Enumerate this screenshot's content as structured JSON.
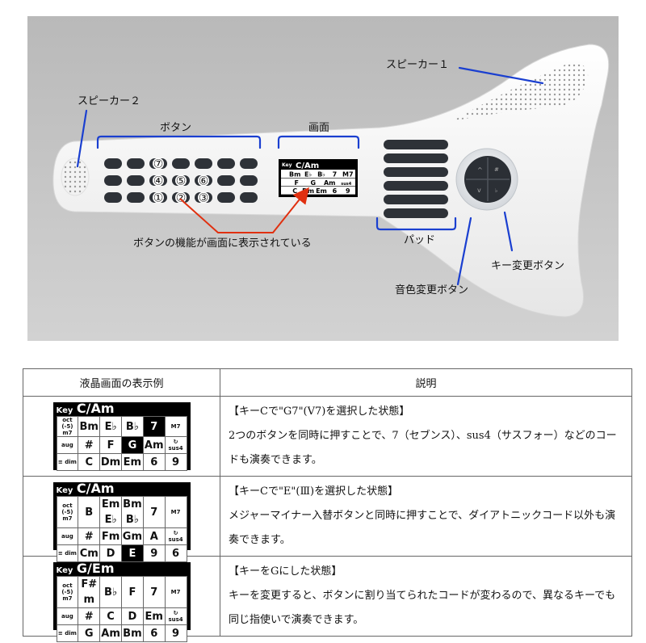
{
  "labels": {
    "speaker1": "スピーカー１",
    "speaker2": "スピーカー２",
    "buttons": "ボタン",
    "screen": "画面",
    "pad": "パッド",
    "button_function": "ボタンの機能が画面に表示されている",
    "key_change_button": "キー変更ボタン",
    "tone_change_button": "音色変更ボタン"
  },
  "device": {
    "button_numbers": [
      "⑦",
      "④",
      "⑤",
      "⑥",
      "①",
      "②",
      "③"
    ],
    "screen_key": "Key",
    "screen_chord": "C/Am",
    "screen_row1": [
      "Bm",
      "E♭",
      "B♭",
      "7",
      "M7"
    ],
    "screen_row2": [
      "F",
      "G",
      "Am",
      "sus4"
    ],
    "screen_row3": [
      "C",
      "Dm",
      "Em",
      "6",
      "9"
    ]
  },
  "table": {
    "headers": [
      "液晶画面の表示例",
      "説明"
    ],
    "rows": [
      {
        "lcd": {
          "key": "Key",
          "chord": "C/Am",
          "cells": [
            [
              {
                "t": "oct (-5) m7",
                "sm": true
              },
              {
                "t": "Bm"
              },
              {
                "t": "E♭"
              },
              {
                "t": "B♭"
              },
              {
                "t": "7",
                "inv": true
              },
              {
                "t": "M7",
                "sm": true
              }
            ],
            [
              {
                "t": "aug",
                "sm": true
              },
              {
                "t": "#"
              },
              {
                "t": "F"
              },
              {
                "t": "G",
                "inv": true
              },
              {
                "t": "Am"
              },
              {
                "t": "↻ sus4",
                "sm": true
              }
            ],
            [
              {
                "t": "≡ dim",
                "sm": true
              },
              {
                "t": "C"
              },
              {
                "t": "Dm"
              },
              {
                "t": "Em"
              },
              {
                "t": "6"
              },
              {
                "t": "9"
              }
            ]
          ]
        },
        "title": "【キーCで\"G7\"(V7)を選択した状態】",
        "body": "2つのボタンを同時に押すことで、7（セブンス）、sus4（サスフォー）などのコードも演奏できます。"
      },
      {
        "lcd": {
          "key": "Key",
          "chord": "C/Am",
          "cells": [
            [
              {
                "t": "oct (-5) m7",
                "sm": true
              },
              {
                "t": "B"
              },
              {
                "t": "Em E♭"
              },
              {
                "t": "Bm B♭"
              },
              {
                "t": "7"
              },
              {
                "t": "M7",
                "sm": true
              }
            ],
            [
              {
                "t": "aug",
                "sm": true
              },
              {
                "t": "#"
              },
              {
                "t": "Fm"
              },
              {
                "t": "Gm"
              },
              {
                "t": "A"
              },
              {
                "t": "↻ sus4",
                "sm": true
              }
            ],
            [
              {
                "t": "≡ dim",
                "sm": true
              },
              {
                "t": "Cm"
              },
              {
                "t": "D"
              },
              {
                "t": "E",
                "inv": true
              },
              {
                "t": "9"
              },
              {
                "t": "6"
              }
            ]
          ]
        },
        "title": "【キーCで\"E\"(Ⅲ)を選択した状態】",
        "body": "メジャーマイナー入替ボタンと同時に押すことで、ダイアトニックコード以外も演奏できます。"
      },
      {
        "lcd": {
          "key": "Key",
          "chord": "G/Em",
          "cells": [
            [
              {
                "t": "oct (-5) m7",
                "sm": true
              },
              {
                "t": "F# m"
              },
              {
                "t": "B♭"
              },
              {
                "t": "F"
              },
              {
                "t": "7"
              },
              {
                "t": "M7",
                "sm": true
              }
            ],
            [
              {
                "t": "aug",
                "sm": true
              },
              {
                "t": "#"
              },
              {
                "t": "C"
              },
              {
                "t": "D"
              },
              {
                "t": "Em"
              },
              {
                "t": "↻ sus4",
                "sm": true
              }
            ],
            [
              {
                "t": "≡ dim",
                "sm": true
              },
              {
                "t": "G"
              },
              {
                "t": "Am"
              },
              {
                "t": "Bm"
              },
              {
                "t": "6"
              },
              {
                "t": "9"
              }
            ]
          ]
        },
        "title": "【キーをGにした状態】",
        "body": "キーを変更すると、ボタンに割り当てられたコードが変わるので、異なるキーでも同じ指使いで演奏できます。"
      }
    ]
  },
  "colors": {
    "background": "#c8c8c8",
    "body": "#f5f5f5",
    "blue_bracket": "#1a3fd0",
    "red_arrow": "#e03010",
    "lcd": "#000000"
  }
}
